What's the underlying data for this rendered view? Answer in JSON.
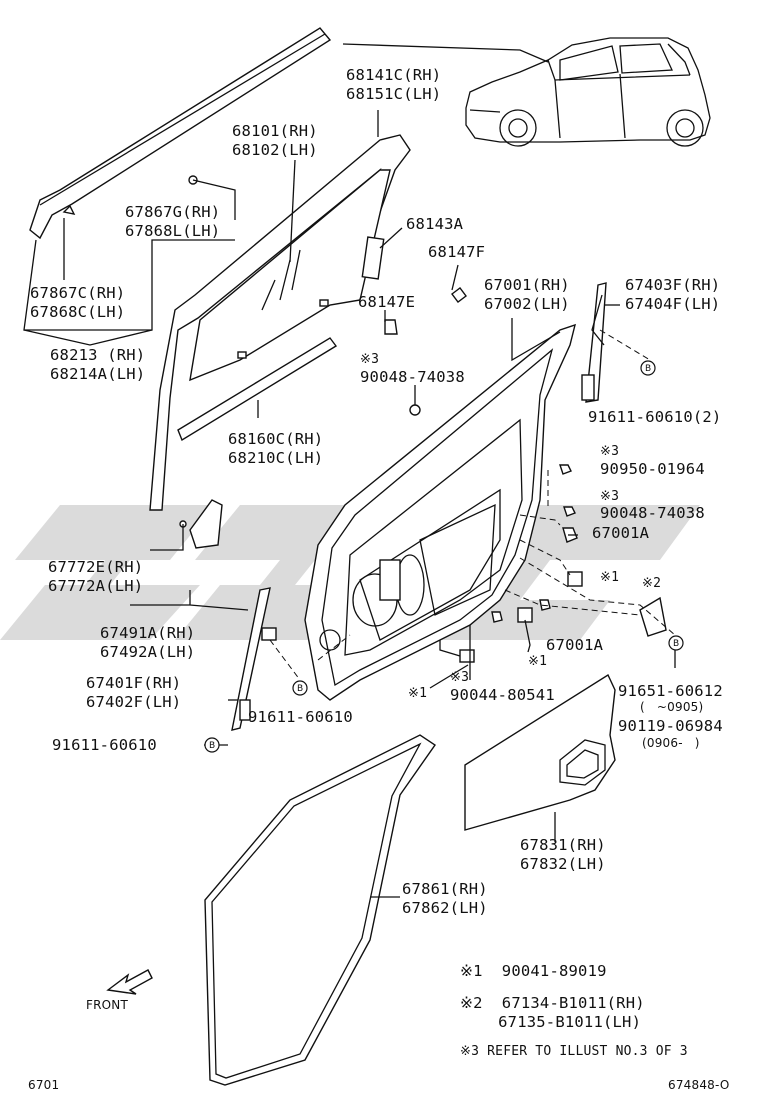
{
  "labels": {
    "p68141": "68141C(RH)\n68151C(LH)",
    "p68101": "68101(RH)\n68102(LH)",
    "p67867g": "67867G(RH)\n67868L(LH)",
    "p68143": "68143A",
    "p68147f": "68147F",
    "p67867c": "67867C(RH)\n67868C(LH)",
    "p67001": "67001(RH)\n67002(LH)",
    "p67403": "67403F(RH)\n67404F(LH)",
    "p68147e": "68147E",
    "p68213": "68213 (RH)\n68214A(LH)",
    "p90048a_mark": "※3",
    "p90048a": "90048-74038",
    "p91611_2": "91611-60610(2)",
    "p68160": "68160C(RH)\n68210C(LH)",
    "p90950_mark": "※3",
    "p90950": "90950-01964",
    "p90048b_mark": "※3",
    "p90048b": "90048-74038",
    "p67001a_1": "67001A",
    "p67772": "67772E(RH)\n67772A(LH)",
    "mark_x1_a": "※1",
    "mark_x2": "※2",
    "p67491": "67491A(RH)\n67492A(LH)",
    "p67001a_2": "67001A",
    "mark_x1_b": "※1",
    "mark_x3_c": "※3",
    "p67401": "67401F(RH)\n67402F(LH)",
    "mark_x1_c": "※1",
    "p90044": "90044-80541",
    "p91651": "91651-60612",
    "p91651_range": "(   ~0905)",
    "p91611_a": "91611-60610",
    "p90119": "90119-06984",
    "p90119_range": "(0906-   )",
    "p91611_b": "91611-60610",
    "p67831": "67831(RH)\n67832(LH)",
    "p67861": "67861(RH)\n67862(LH)",
    "front": "FRONT",
    "note1": "※1  90041-89019",
    "note2": "※2  67134-B1011(RH)\n    67135-B1011(LH)",
    "note3": "※3 REFER TO ILLUST NO.3 OF 3",
    "page_code": "6701",
    "illust_code": "674848-O"
  },
  "bolt_marker": "B",
  "watermark_color": "#c8c8c8"
}
